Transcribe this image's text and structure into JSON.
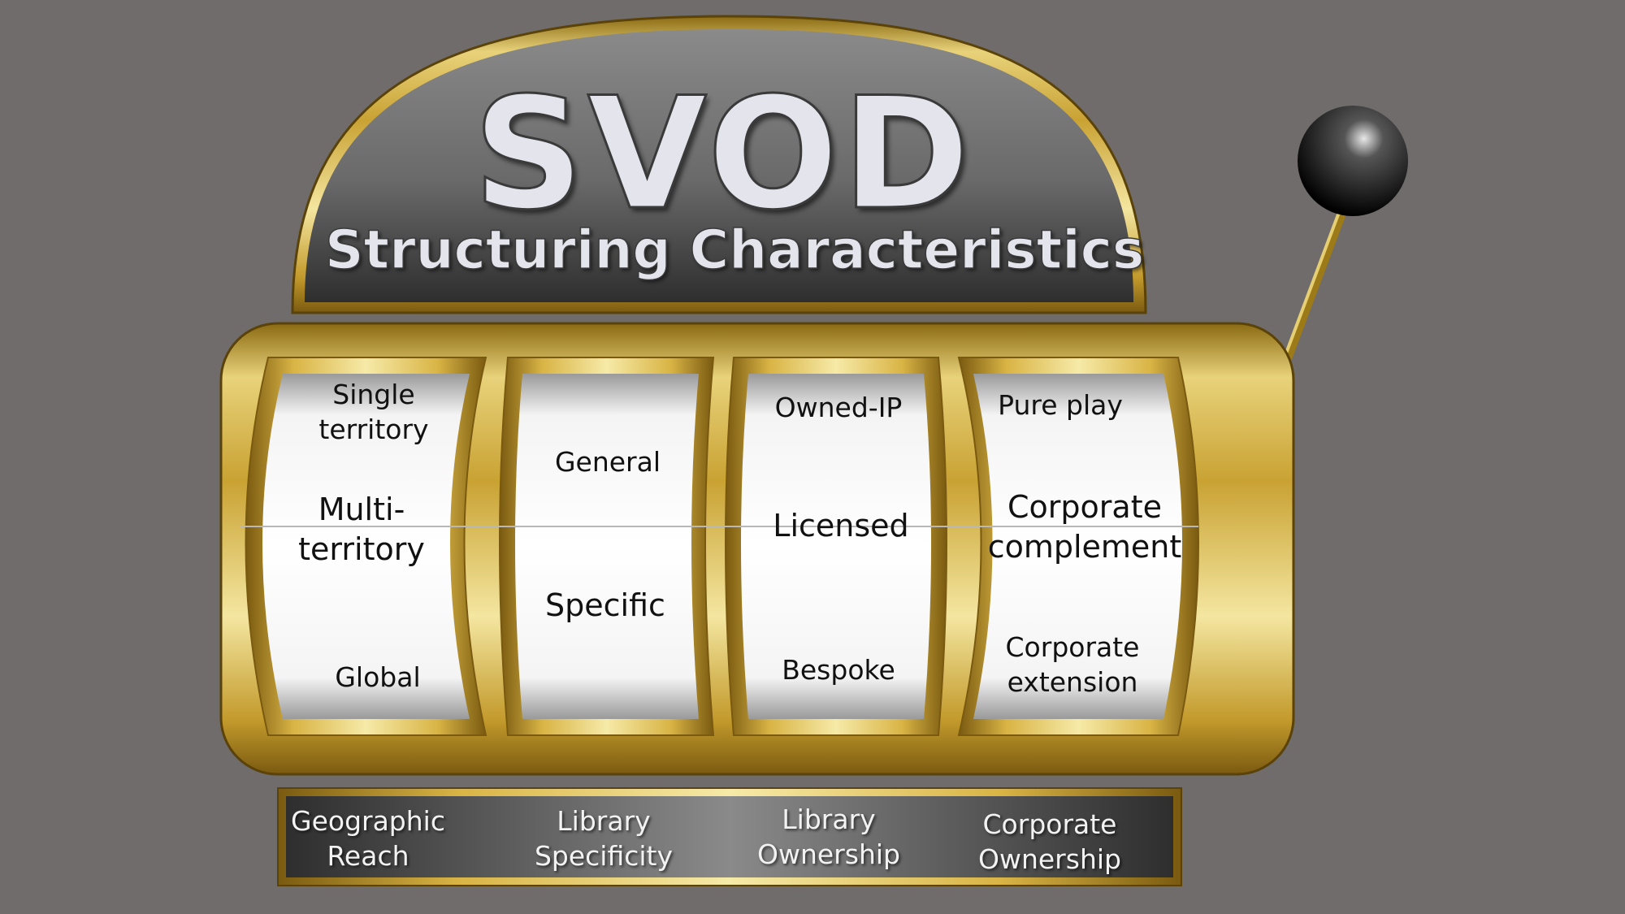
{
  "title": "SVOD",
  "subtitle": "Structuring Characteristics",
  "reels": [
    {
      "top": [
        "Single",
        "territory"
      ],
      "middle": [
        "Multi-",
        "territory"
      ],
      "bottom": [
        "Global"
      ],
      "label": [
        "Geographic",
        "Reach"
      ]
    },
    {
      "top": [
        "General"
      ],
      "middle": [],
      "bottom": [
        "Specific"
      ],
      "label": [
        "Library",
        "Specificity"
      ]
    },
    {
      "top": [
        "Owned-IP"
      ],
      "middle": [
        "Licensed"
      ],
      "bottom": [
        "Bespoke"
      ],
      "label": [
        "Library",
        "Ownership"
      ]
    },
    {
      "top": [
        "Pure play"
      ],
      "middle": [
        "Corporate",
        "complement"
      ],
      "bottom": [
        "Corporate",
        "extension"
      ],
      "label": [
        "Corporate",
        "Ownership"
      ]
    }
  ],
  "colors": {
    "background": "#6f6c6b",
    "gold": "#d4b02c",
    "gold_light": "#f2e9a0",
    "dome": "#4a4a4a",
    "reel_face": "#ffffff",
    "lever_knob": "#111111"
  }
}
